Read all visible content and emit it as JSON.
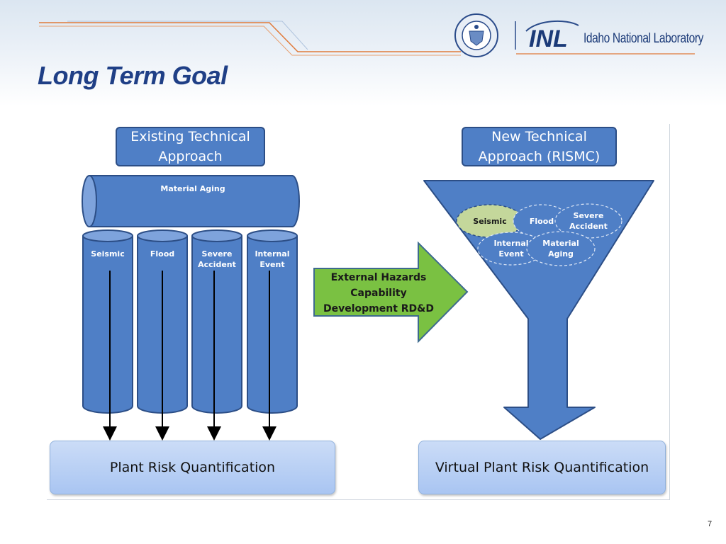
{
  "slide": {
    "title": "Long Term Goal",
    "page_number": "7"
  },
  "branding": {
    "lab_name": "Idaho National Laboratory",
    "logo_text": "INL",
    "seal_icon": "doe-seal-icon"
  },
  "diagram": {
    "left_header": [
      "Existing Technical",
      "Approach"
    ],
    "right_header": [
      "New Technical",
      "Approach (RISMC)"
    ],
    "material_aging": "Material Aging",
    "columns": [
      {
        "lines": [
          "Seismic"
        ]
      },
      {
        "lines": [
          "Flood"
        ]
      },
      {
        "lines": [
          "Severe",
          "Accident"
        ]
      },
      {
        "lines": [
          "Internal",
          "Event"
        ]
      }
    ],
    "arrow_text": [
      "External Hazards",
      "Capability",
      "Development RD&D"
    ],
    "funnel_ovals": [
      {
        "lines": [
          "Seismic"
        ],
        "highlighted": true
      },
      {
        "lines": [
          "Flood"
        ],
        "highlighted": false
      },
      {
        "lines": [
          "Severe",
          "Accident"
        ],
        "highlighted": false
      },
      {
        "lines": [
          "Internal",
          "Event"
        ],
        "highlighted": false
      },
      {
        "lines": [
          "Material",
          "Aging"
        ],
        "highlighted": false
      }
    ],
    "left_result": "Plant Risk Quantification",
    "right_result": "Virtual Plant Risk Quantification"
  },
  "colors": {
    "title": "#1f3f86",
    "shape_fill": "#4f7fc6",
    "shape_stroke": "#2c4e86",
    "arrow_green": "#7ac142",
    "seismic_highlight": "#c4d79b"
  }
}
